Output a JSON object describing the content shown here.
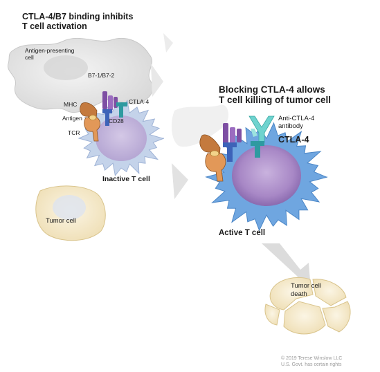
{
  "panel_left": {
    "title_line1": "CTLA-4/B7 binding inhibits",
    "title_line2": "T cell activation",
    "apc_label_line1": "Antigen-presenting",
    "apc_label_line2": "cell",
    "b7_label": "B7-1/B7-2",
    "ctla4_label": "CTLA-4",
    "mhc_label": "MHC",
    "cd28_label": "CD28",
    "antigen_label": "Antigen",
    "tcr_label": "TCR",
    "inactive_label": "Inactive T cell",
    "tumor_label": "Tumor cell"
  },
  "panel_right": {
    "title_line1": "Blocking CTLA-4 allows",
    "title_line2": "T cell killing of tumor cell",
    "antibody_label_line1": "Anti-CTLA-4",
    "antibody_label_line2": "antibody",
    "ctla4_label": "CTLA-4",
    "active_label": "Active T cell",
    "death_label_line1": "Tumor cell",
    "death_label_line2": "death"
  },
  "copyright_line1": "© 2019 Terese Winslow LLC",
  "copyright_line2": "U.S. Govt. has certain rights",
  "colors": {
    "apc": "#e6e6e6",
    "t_cell_inactive": "#c4d3ea",
    "t_cell_active": "#6fa6e0",
    "nucleus": "#a888c6",
    "tumor": "#f5eacb",
    "mhc": "#c47a3e",
    "b7": "#7e4fa3",
    "cd28": "#3d63b8",
    "ctla4": "#2e9aa0",
    "antibody": "#6fd3cf",
    "arrow": "#dedede"
  }
}
